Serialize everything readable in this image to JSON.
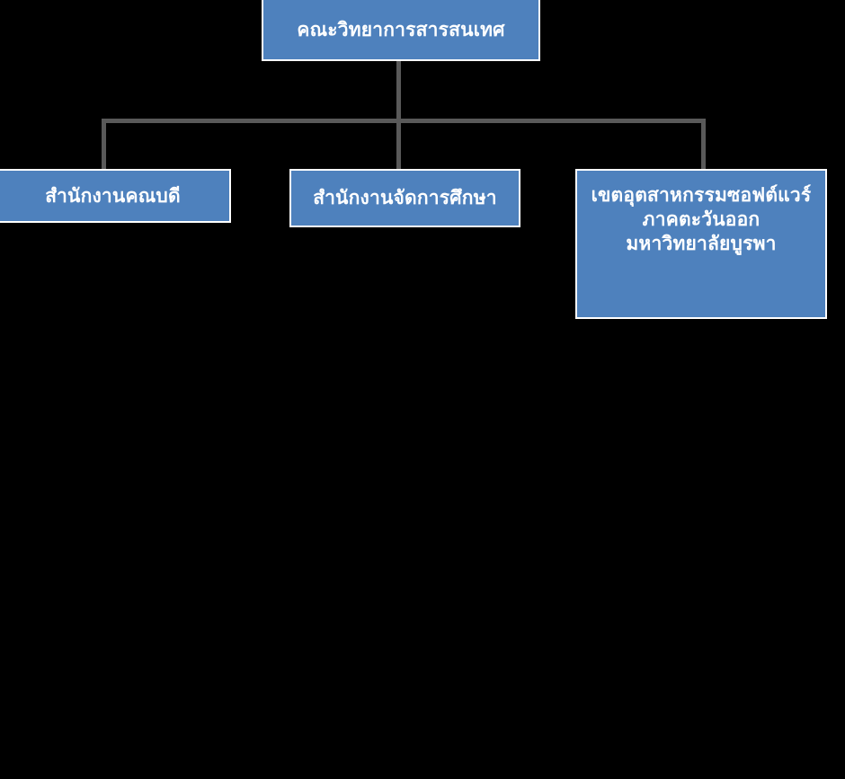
{
  "diagram": {
    "type": "organization-chart",
    "title": "คณะวิทยาการสารสนเทศ",
    "orientation": "top-down",
    "colors": {
      "background": "#000000",
      "node_fill": "#4E81BD",
      "node_border": "#FFFFFF",
      "node_text": "#FFFFFF",
      "connector": "#595959"
    },
    "root": {
      "id": "root",
      "label": "คณะวิทยาการสารสนเทศ",
      "level": 0
    },
    "children": [
      {
        "id": "dean-office",
        "label": "สำนักงานคณบดี",
        "level": 1
      },
      {
        "id": "education-office",
        "label": "สำนักงานจัดการศึกษา",
        "level": 1
      },
      {
        "id": "software-park",
        "label": "เขตอุตสาหกรรมซอฟต์แวร์\nภาคตะวันออก\nมหาวิทยาลัยบูรพา",
        "level": 1
      }
    ]
  }
}
